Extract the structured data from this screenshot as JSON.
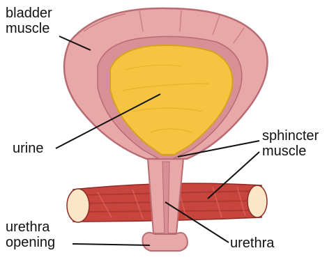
{
  "labels": {
    "bladder_muscle": [
      "bladder",
      "muscle"
    ],
    "urine": "urine",
    "sphincter_muscle": [
      "sphincter",
      "muscle"
    ],
    "urethra_opening": [
      "urethra",
      "opening"
    ],
    "urethra": "urethra"
  },
  "colors": {
    "outer_wall": "#e9a8a8",
    "outer_wall_edge": "#b86b72",
    "inner_lining": "#d98f96",
    "urine_fill": "#f5c542",
    "urine_edge": "#d9a21e",
    "muscle_band": "#c8453d",
    "muscle_end": "#fbe7c8",
    "leader_line": "#111111"
  }
}
